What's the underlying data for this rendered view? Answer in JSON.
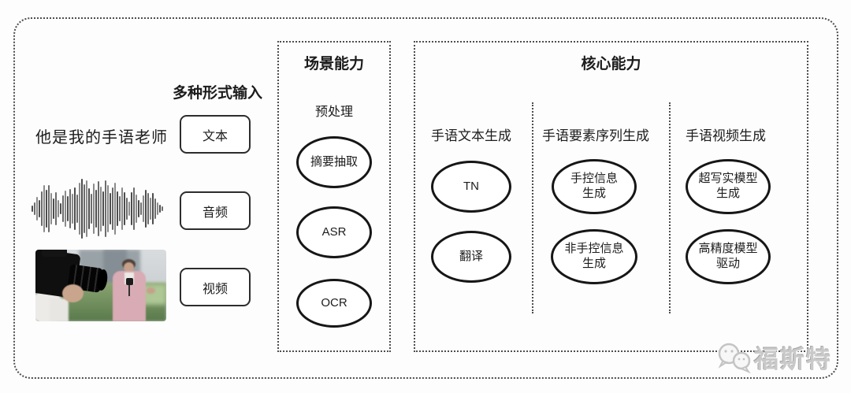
{
  "input": {
    "header": "多种形式输入",
    "sentence": "他是我的手语老师",
    "text_label": "文本",
    "audio_label": "音频",
    "video_label": "视频",
    "waveform": [
      0.1,
      0.22,
      0.4,
      0.3,
      0.58,
      0.78,
      0.62,
      0.8,
      0.52,
      0.34,
      0.55,
      0.3,
      0.18,
      0.45,
      0.6,
      0.42,
      0.65,
      0.5,
      0.72,
      0.48,
      0.88,
      1.0,
      0.82,
      0.95,
      0.68,
      0.5,
      0.85,
      0.62,
      0.92,
      0.75,
      0.58,
      0.95,
      0.78,
      0.52,
      0.7,
      0.88,
      0.58,
      0.42,
      0.72,
      0.56,
      0.38,
      0.24,
      0.55,
      0.7,
      0.48,
      0.3,
      0.2,
      0.45,
      0.62,
      0.52,
      0.36,
      0.52,
      0.34,
      0.22,
      0.14,
      0.08
    ]
  },
  "scene": {
    "title": "场景能力",
    "subtitle": "预处理",
    "node1": "摘要抽取",
    "node2": "ASR",
    "node3": "OCR"
  },
  "core": {
    "title": "核心能力",
    "col1": {
      "header": "手语文本生成",
      "node1": "TN",
      "node2": "翻译"
    },
    "col2": {
      "header": "手语要素序列生成",
      "node1": "手控信息\n生成",
      "node2": "非手控信息\n生成"
    },
    "col3": {
      "header": "手语视频生成",
      "node1": "超写实模型\n生成",
      "node2": "高精度模型\n驱动"
    }
  },
  "watermark": {
    "brand": "福斯特"
  },
  "colors": {
    "ink": "#1c1c1c",
    "line": "#161616",
    "dots": "#4d4d4d",
    "watermark": "#c9c9c9"
  }
}
